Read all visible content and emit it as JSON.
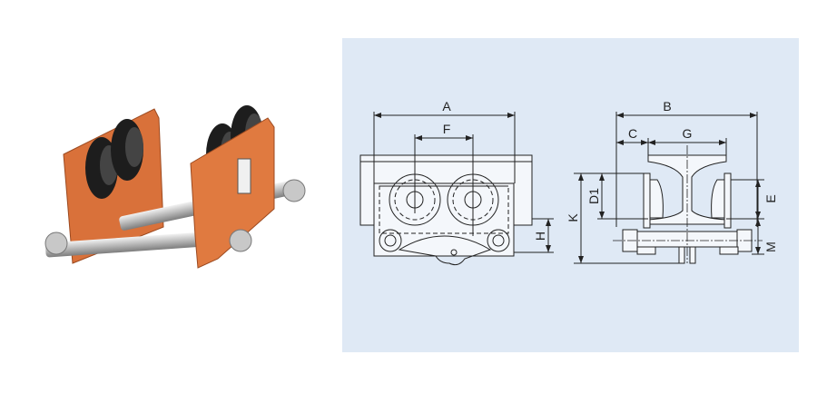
{
  "product": {
    "image": "beam-trolley-photo",
    "body_color": "#d9713a",
    "label_plate": "plate"
  },
  "drawing": {
    "background": "#dfe9f5",
    "front_view": {
      "dimensions": {
        "A": "A",
        "F": "F",
        "H": "H"
      }
    },
    "side_view": {
      "dimensions": {
        "B": "B",
        "C": "C",
        "G": "G",
        "D1": "D1",
        "K": "K",
        "E": "E",
        "M": "M"
      }
    }
  }
}
